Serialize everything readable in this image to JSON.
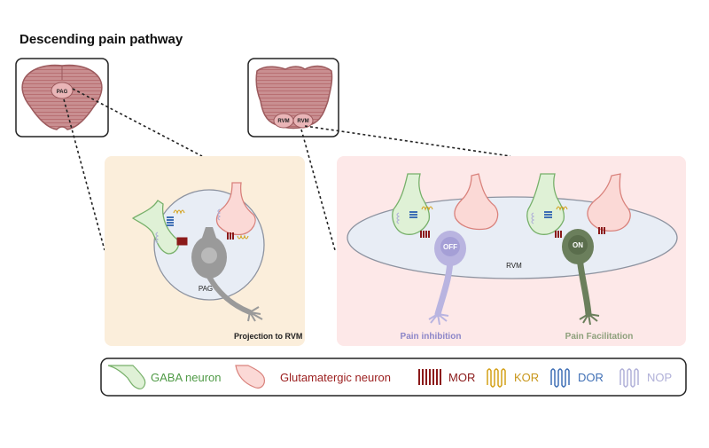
{
  "title": "Descending pain pathway",
  "panels": {
    "pag_slice_label": "PAG",
    "rvm_slice_labels": [
      "RVM",
      "RVM"
    ]
  },
  "left_panel": {
    "region_label": "PAG",
    "projection_label": "Projection to RVM"
  },
  "right_panel": {
    "region_label": "RVM",
    "off_label": "OFF",
    "on_label": "ON",
    "inhibition_label": "Pain inhibition",
    "facilitation_label": "Pain Facilitation"
  },
  "legend": {
    "gaba": "GABA neuron",
    "glutamatergic": "Glutamatergic neuron",
    "mor": "MOR",
    "kor": "KOR",
    "dor": "DOR",
    "nop": "NOP"
  },
  "colors": {
    "gaba_fill": "#dff1d6",
    "gaba_stroke": "#77b06a",
    "glut_fill": "#fbd9d6",
    "glut_stroke": "#d9827c",
    "mor": "#8b1a1a",
    "kor": "#d4a017",
    "dor": "#3f6fb5",
    "nop": "#b0b0d8",
    "off_neuron": "#b9b4e0",
    "on_neuron": "#6b7f5c",
    "left_panel_bg": "#fbeedb",
    "right_panel_bg": "#fde8e8",
    "brain_fill": "#c7878a"
  }
}
